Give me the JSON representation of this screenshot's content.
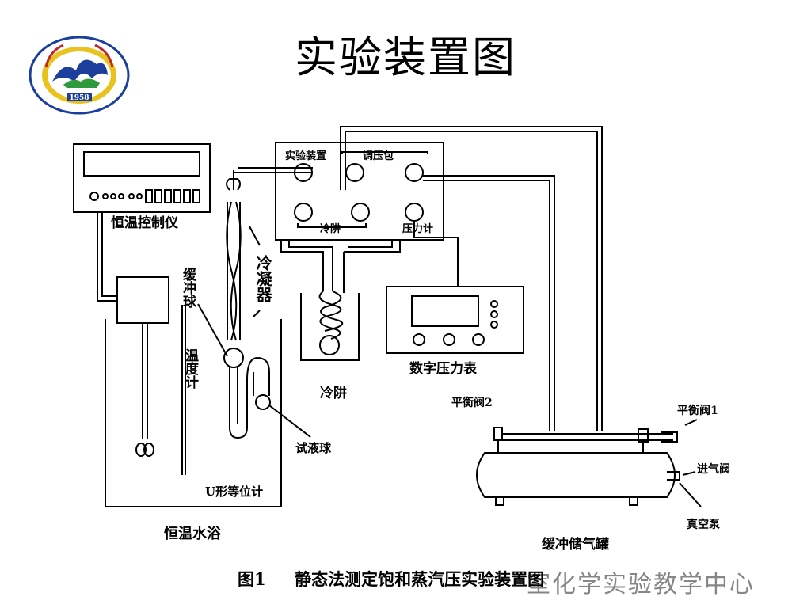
{
  "title": "实验装置图",
  "logo": {
    "year": "1958"
  },
  "labels": {
    "controller": "恒温控制仪",
    "buffer_bulb": "缓冲球",
    "condenser": "冷凝器",
    "thermometer": "温度计",
    "cold_trap_box": "冷阱",
    "cold_trap": "冷阱",
    "digital_gauge": "数字压力表",
    "apparatus": "实验装置",
    "pressure_pack": "调压包",
    "pressure_meter": "压力计",
    "test_bulb": "试液球",
    "u_manometer": "U形等位计",
    "water_bath": "恒温水浴",
    "valve2": "平衡阀2",
    "valve1": "平衡阀1",
    "inlet_valve": "进气阀",
    "vacuum_pump": "真空泵",
    "buffer_tank": "缓冲储气罐"
  },
  "caption": {
    "prefix": "图1",
    "text": "静态法测定饱和蒸汽压实验装置图"
  },
  "watermark": "室化学实验教学中心",
  "colors": {
    "line": "#000000",
    "logo_blue": "#1c3f9e",
    "logo_yellow": "#e8c21d",
    "logo_green": "#2e9a3c",
    "logo_red": "#c2272d"
  }
}
